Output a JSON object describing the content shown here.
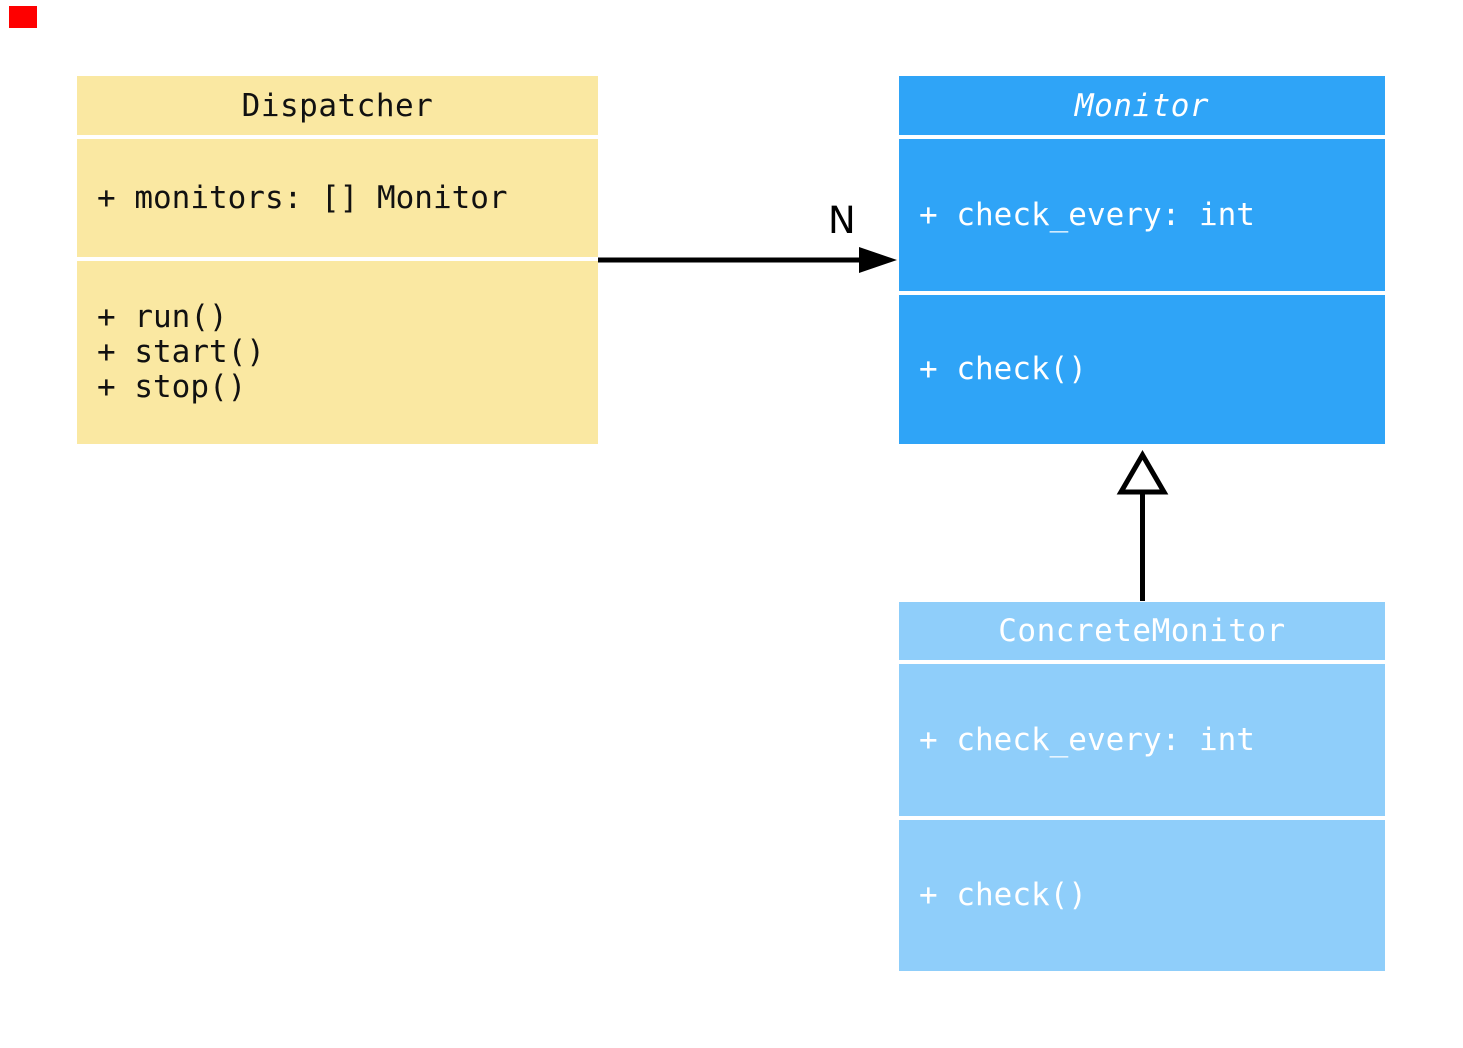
{
  "diagram": {
    "background_color": "#ffffff",
    "corner_marker": {
      "color": "#fe0000"
    },
    "classes": [
      {
        "name": "Dispatcher",
        "abstract": false,
        "fill_color": "#fae8a2",
        "text_color": "#111111",
        "attributes": [
          "+ monitors: [] Monitor"
        ],
        "methods": [
          "+ run()",
          "+ start()",
          "+ stop()"
        ]
      },
      {
        "name": "Monitor",
        "abstract": true,
        "fill_color": "#2fa4f7",
        "text_color": "#ffffff",
        "attributes": [
          "+ check_every: int"
        ],
        "methods": [
          "+ check()"
        ]
      },
      {
        "name": "ConcreteMonitor",
        "abstract": false,
        "fill_color": "#8fcefa",
        "text_color": "#ffffff",
        "attributes": [
          "+ check_every: int"
        ],
        "methods": [
          "+ check()"
        ]
      }
    ],
    "relations": [
      {
        "type": "association",
        "from": "Dispatcher",
        "to": "Monitor",
        "multiplicity_label": "N",
        "line_color": "#000000"
      },
      {
        "type": "inheritance",
        "from": "ConcreteMonitor",
        "to": "Monitor",
        "line_color": "#000000"
      }
    ]
  }
}
